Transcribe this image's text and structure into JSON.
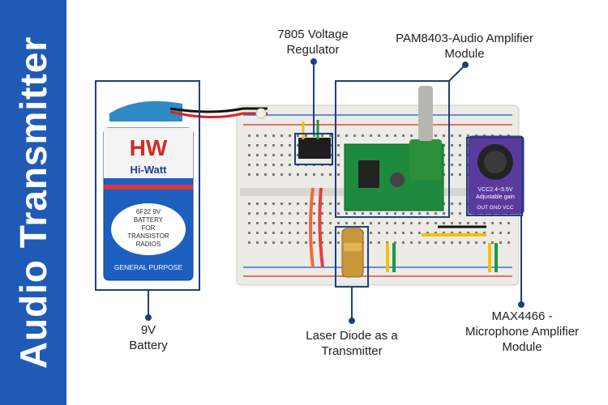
{
  "sidebar": {
    "title": "Audio Transmitter"
  },
  "labels": {
    "regulator": [
      "7805 Voltage",
      "Regulator"
    ],
    "amplifier": [
      "PAM8403-Audio Amplifier",
      "Module"
    ],
    "battery": [
      "9V",
      "Battery"
    ],
    "laser": [
      "Laser Diode as a",
      "Transmitter"
    ],
    "microphone": [
      "MAX4466 -",
      "Microphone Amplifier",
      "Module"
    ]
  },
  "battery_print": {
    "brand_mark": "HW",
    "brand_name": "Hi-Watt",
    "model": "6F22 9V",
    "line1": "BATTERY",
    "line2": "FOR",
    "line3": "TRANSISTOR",
    "line4": "RADIOS",
    "purpose": "GENERAL PURPOSE"
  },
  "mic_print": {
    "line1": "VCC2.4~5.5V",
    "line2": "Adjustable gain",
    "pins": "OUT GND VCC"
  },
  "colors": {
    "sidebar": "#1f5bb6",
    "annotation": "#1f3f7a",
    "breadboard": "#ecebe6",
    "amp_board": "#1e8a3e",
    "mic_board": "#5b3aa0",
    "battery_blue": "#1d5fbf"
  }
}
